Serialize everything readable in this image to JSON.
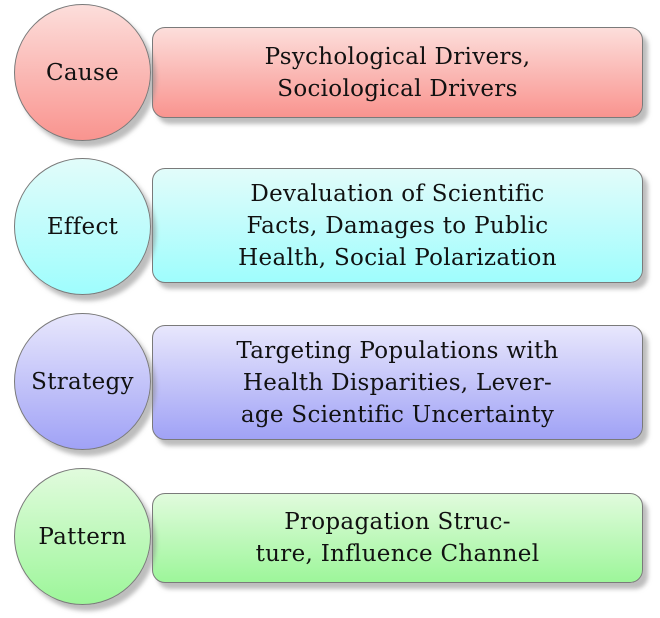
{
  "palette": {
    "background": "#ffffff",
    "border": "#7a7a7a",
    "shadow": "rgba(135,135,135,0.55)",
    "text": "#111111"
  },
  "rows": [
    {
      "label": "Cause",
      "lines": [
        "Psychological Drivers,",
        "Sociological Drivers"
      ],
      "colors": {
        "top": "#fcdedb",
        "bottom": "#f9948f"
      }
    },
    {
      "label": "Effect",
      "lines": [
        "Devaluation of Scientific",
        "Facts, Damages to Public",
        "Health, Social Polarization"
      ],
      "colors": {
        "top": "#e2fcfa",
        "bottom": "#9ffdfd"
      }
    },
    {
      "label": "Strategy",
      "lines": [
        "Targeting Populations with",
        "Health Disparities, Lever-",
        "age Scientific Uncertainty"
      ],
      "colors": {
        "top": "#e8e7fc",
        "bottom": "#a0a2f6"
      }
    },
    {
      "label": "Pattern",
      "lines": [
        "Propagation Struc-",
        "ture, Influence Channel"
      ],
      "colors": {
        "top": "#e1fbdd",
        "bottom": "#9df69a"
      }
    }
  ]
}
